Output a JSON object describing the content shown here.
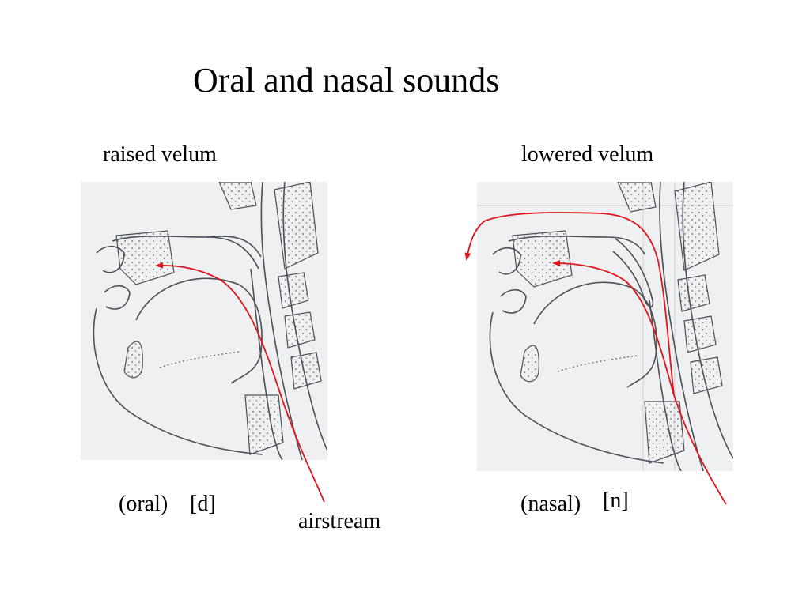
{
  "slide": {
    "title": "Oral and nasal sounds"
  },
  "left_panel": {
    "heading": "raised velum",
    "type_label": "(oral)",
    "sound_label": "[d]"
  },
  "right_panel": {
    "heading": "lowered velum",
    "type_label": "(nasal)",
    "sound_label": "[n]"
  },
  "airstream_label": "airstream",
  "colors": {
    "arrow": "#e0141c",
    "line": "#4a4f55",
    "panel_bg": "#eef0f2",
    "dots": "#5a6066"
  }
}
